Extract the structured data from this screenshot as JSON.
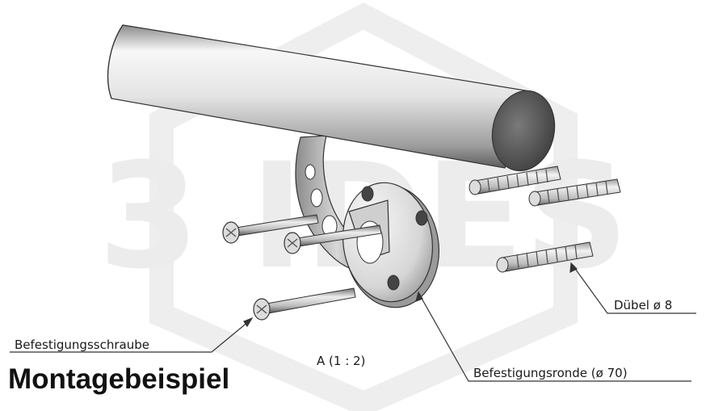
{
  "title": "Montagebeispiel",
  "view_label": "A  (1 : 2)",
  "callouts": {
    "screw": "Befestigungsschraube",
    "rosette": "Befestigungsronde (ø 70)",
    "dowel": "Dübel ø 8"
  },
  "watermark": "3 IDES",
  "colors": {
    "line": "#333333",
    "metal_light": "#f4f4f4",
    "metal_dark": "#5a5a5a",
    "watermark": "#e9e9e9"
  }
}
